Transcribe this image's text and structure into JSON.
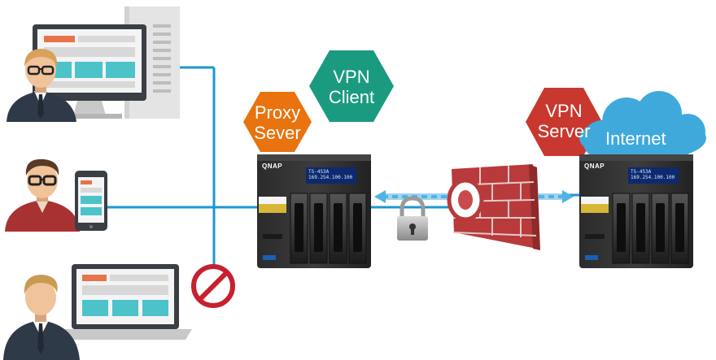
{
  "labels": {
    "proxy_server": [
      "Proxy",
      "Sever"
    ],
    "vpn_client": [
      "VPN",
      "Client"
    ],
    "vpn_server": [
      "VPN",
      "Server"
    ],
    "internet": "Internet"
  },
  "nas": {
    "brand": "QNAP",
    "lcd_line1": "TS-453A",
    "lcd_line2": "169.254.100.100"
  },
  "colors": {
    "orange": "#e8730f",
    "teal": "#1a9b7f",
    "red_hex": "#c9382e",
    "cloud": "#3fa9dc",
    "line": "#1e96d2",
    "firewall": "#b83a3a",
    "forbidden": "#c7202e"
  },
  "icons": [
    "user-avatar-icon",
    "desktop-monitor-icon",
    "server-tower-icon",
    "smartphone-icon",
    "laptop-icon",
    "forbidden-icon",
    "padlock-icon",
    "firewall-icon",
    "cloud-icon",
    "nas-device-icon"
  ]
}
